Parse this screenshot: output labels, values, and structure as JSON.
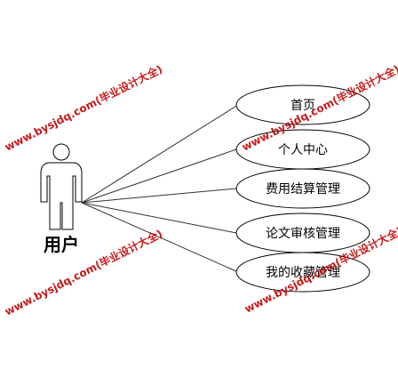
{
  "actor": {
    "label": "用户"
  },
  "use_cases": [
    {
      "label": "首页"
    },
    {
      "label": "个人中心"
    },
    {
      "label": "费用结算管理"
    },
    {
      "label": "论文审核管理"
    },
    {
      "label": "我的收藏管理"
    }
  ],
  "watermark": {
    "text": "www.bysjdq.com(毕业设计大全)",
    "color": "#c00000"
  }
}
